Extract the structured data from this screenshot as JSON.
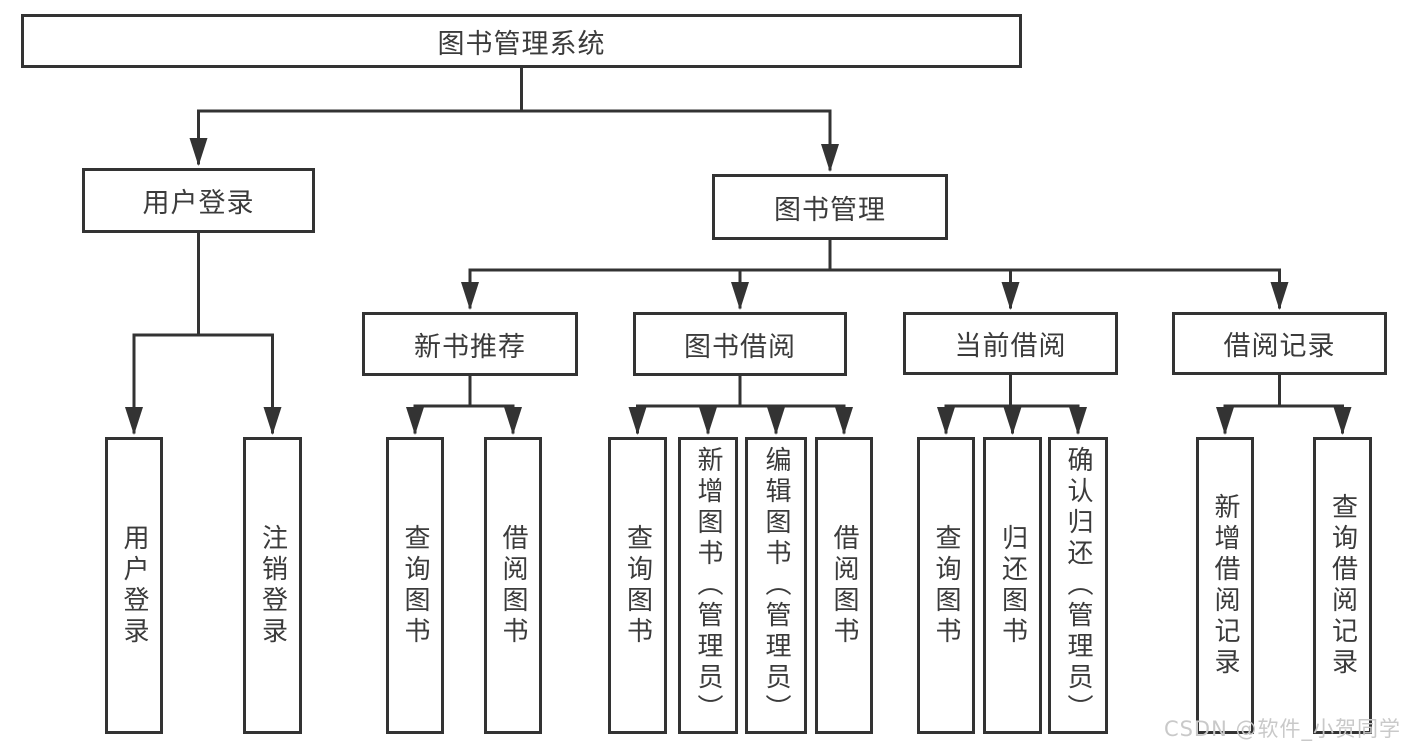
{
  "nodes": [
    {
      "id": "root",
      "label": "图书管理系统",
      "vertical": false
    },
    {
      "id": "user-login",
      "label": "用户登录",
      "vertical": false
    },
    {
      "id": "book-mgmt",
      "label": "图书管理",
      "vertical": false
    },
    {
      "id": "new-book-rec",
      "label": "新书推荐",
      "vertical": false
    },
    {
      "id": "book-borrow",
      "label": "图书借阅",
      "vertical": false
    },
    {
      "id": "current-borrow",
      "label": "当前借阅",
      "vertical": false
    },
    {
      "id": "borrow-records",
      "label": "借阅记录",
      "vertical": false
    },
    {
      "id": "login",
      "label": "用户登录",
      "vertical": true
    },
    {
      "id": "logout",
      "label": "注销登录",
      "vertical": true
    },
    {
      "id": "nb-query",
      "label": "查询图书",
      "vertical": true
    },
    {
      "id": "nb-borrow",
      "label": "借阅图书",
      "vertical": true
    },
    {
      "id": "bb-query",
      "label": "查询图书",
      "vertical": true
    },
    {
      "id": "bb-add",
      "label": "新增图书（管理员）",
      "vertical": true
    },
    {
      "id": "bb-edit",
      "label": "编辑图书（管理员）",
      "vertical": true
    },
    {
      "id": "bb-borrow",
      "label": "借阅图书",
      "vertical": true
    },
    {
      "id": "cb-query",
      "label": "查询图书",
      "vertical": true
    },
    {
      "id": "cb-return",
      "label": "归还图书",
      "vertical": true
    },
    {
      "id": "cb-confirm",
      "label": "确认归还（管理员）",
      "vertical": true
    },
    {
      "id": "br-add",
      "label": "新增借阅记录",
      "vertical": true
    },
    {
      "id": "br-query",
      "label": "查询借阅记录",
      "vertical": true
    }
  ],
  "tree": [
    {
      "parent": "root",
      "children": [
        "user-login",
        "book-mgmt"
      ]
    },
    {
      "parent": "user-login",
      "children": [
        "login",
        "logout"
      ]
    },
    {
      "parent": "book-mgmt",
      "children": [
        "new-book-rec",
        "book-borrow",
        "current-borrow",
        "borrow-records"
      ]
    },
    {
      "parent": "new-book-rec",
      "children": [
        "nb-query",
        "nb-borrow"
      ]
    },
    {
      "parent": "book-borrow",
      "children": [
        "bb-query",
        "bb-add",
        "bb-edit",
        "bb-borrow"
      ]
    },
    {
      "parent": "current-borrow",
      "children": [
        "cb-query",
        "cb-return",
        "cb-confirm"
      ]
    },
    {
      "parent": "borrow-records",
      "children": [
        "br-add",
        "br-query"
      ]
    }
  ],
  "watermark": {
    "text": "CSDN @软件_小贺同学"
  },
  "colors": {
    "line": "#333333",
    "box_border": "#333333",
    "text": "#3b3b3b",
    "watermark": "#c9c9c9",
    "background": "#ffffff"
  }
}
